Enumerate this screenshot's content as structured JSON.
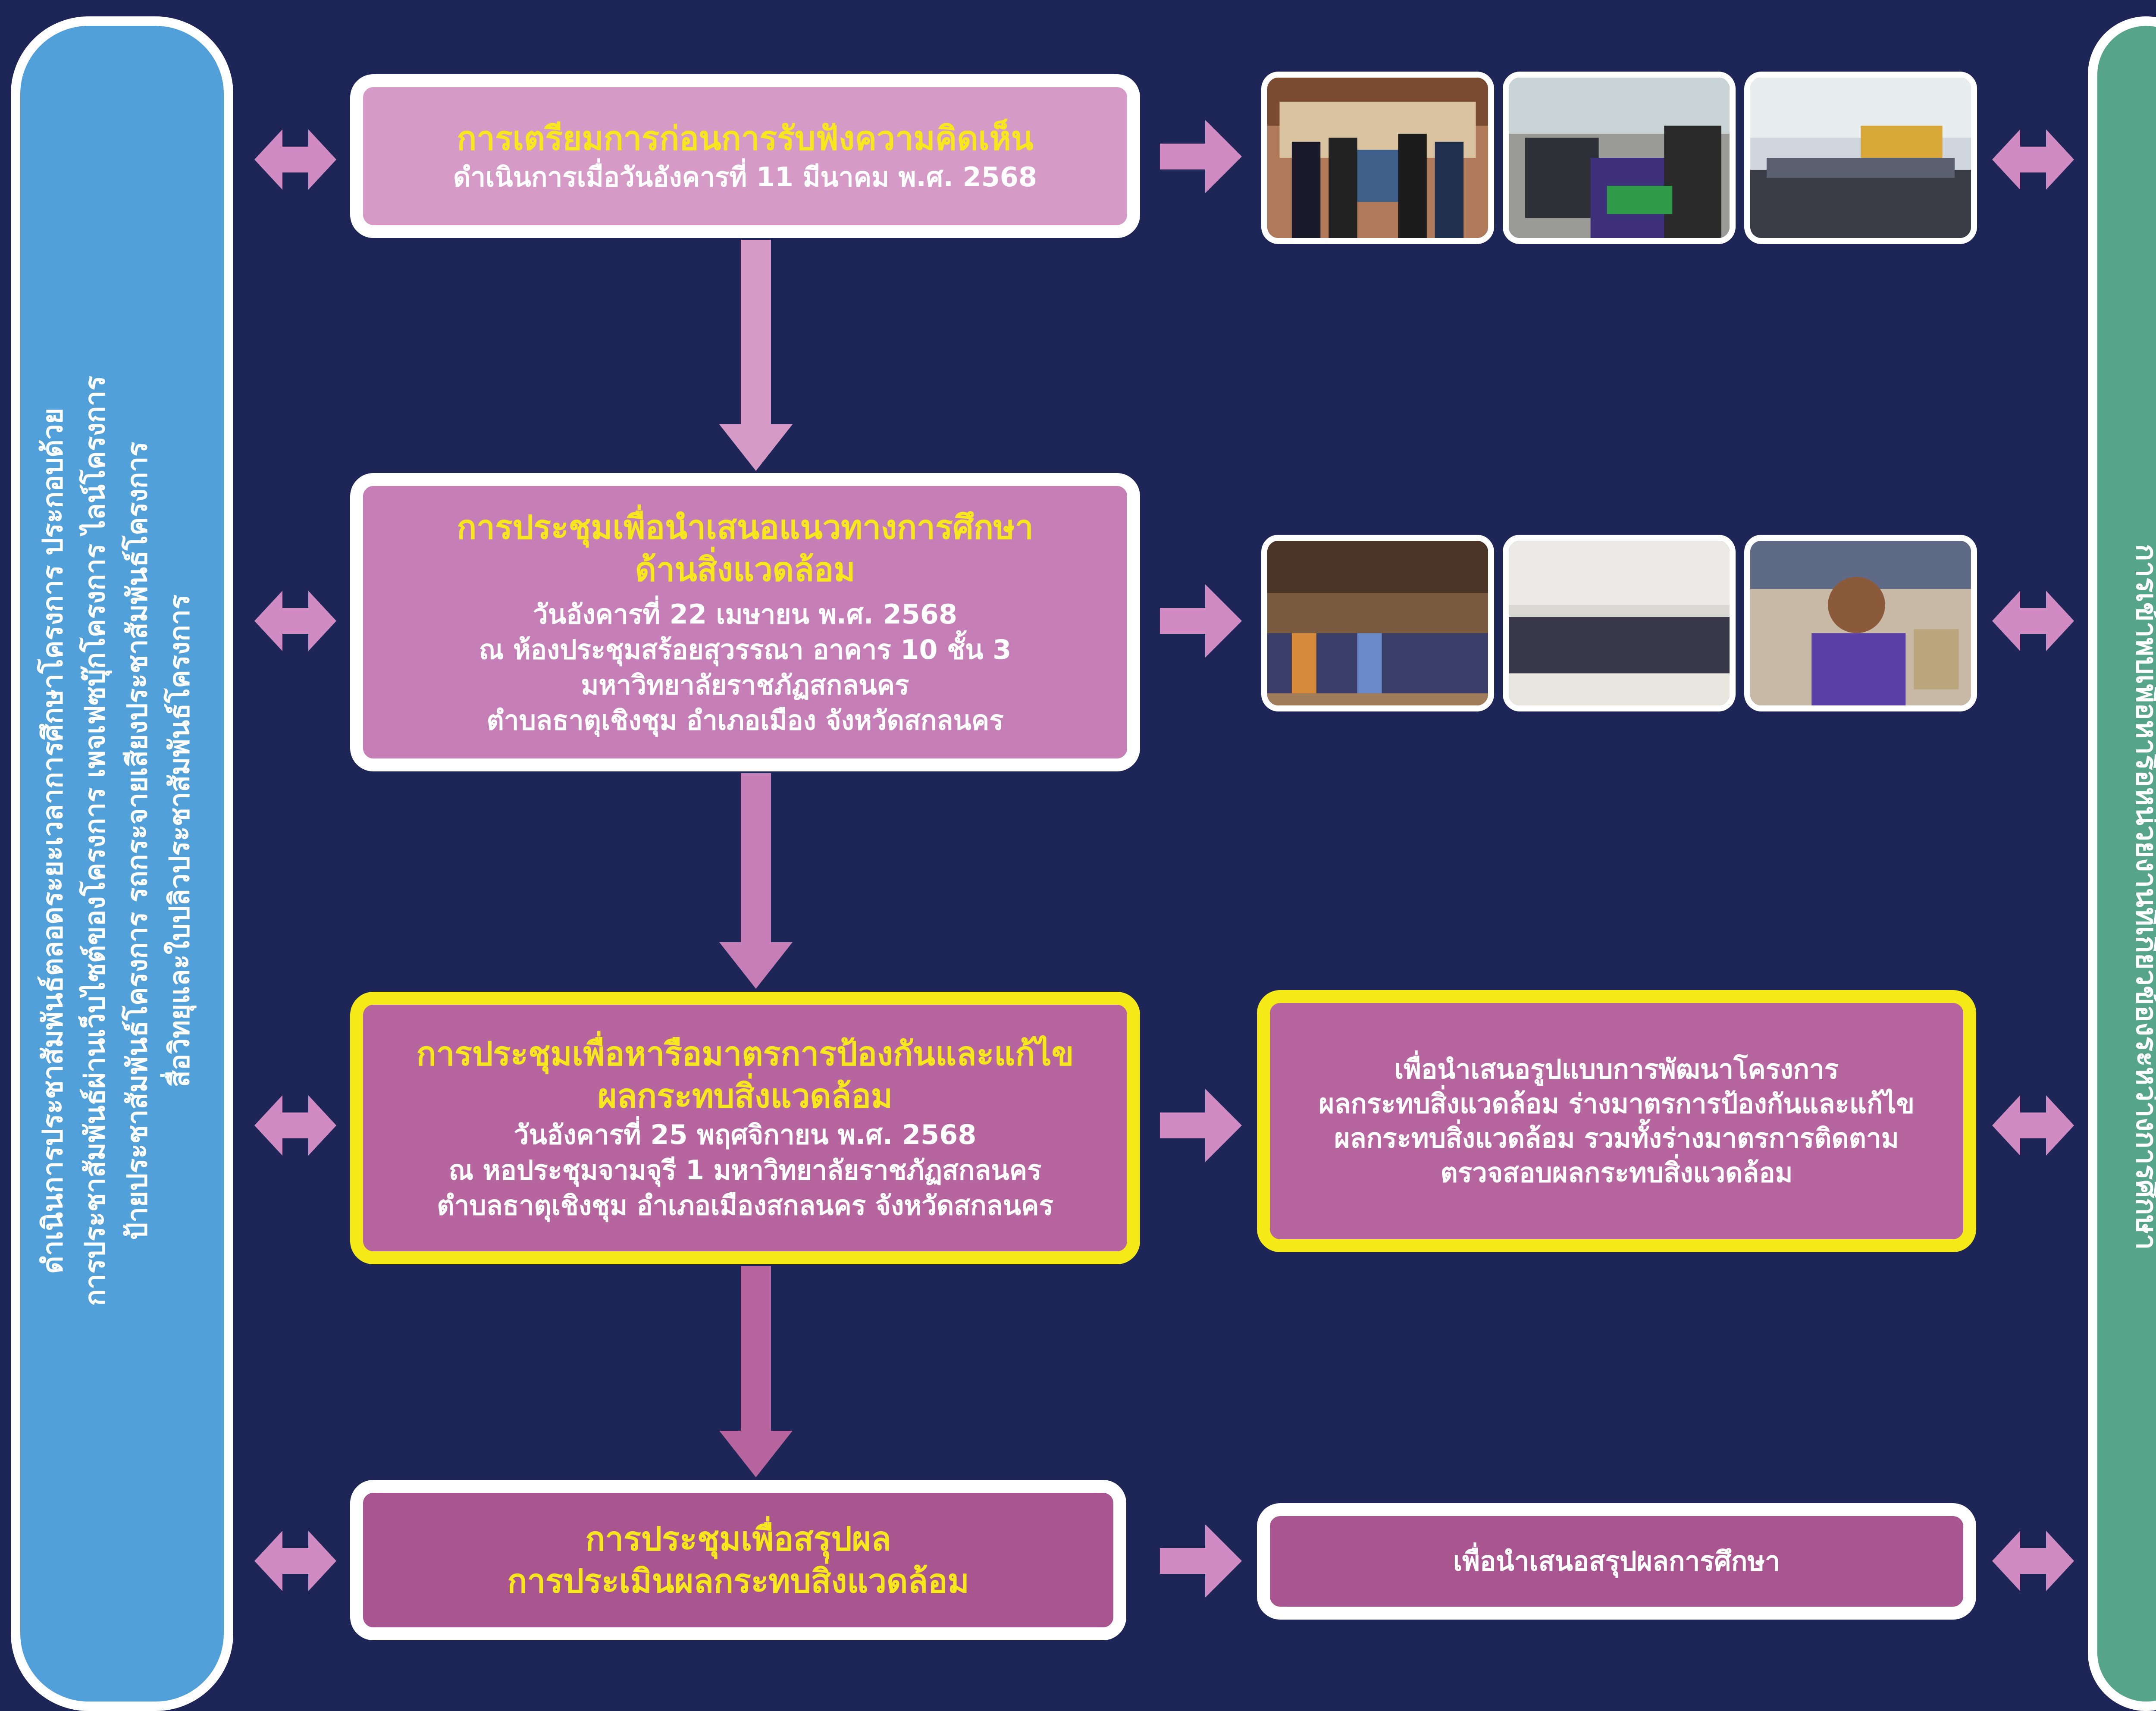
{
  "left_panel": {
    "lines": [
      "ดำเนินการประชาสัมพันธ์ตลอดระยะเวลาการศึกษาโครงการ ประกอบด้วย",
      "การประชาสัมพันธ์ผ่านเว็บไซต์ของโครงการ เพจเฟซบุ๊กโครงการ ไลน์โครงการ",
      "ป้ายประชาสัมพันธ์โครงการ รถกระจายเสียงประชาสัมพันธ์โครงการ",
      "สื่อวิทยุและใบปลิวประชาสัมพันธ์โครงการ"
    ]
  },
  "right_panel": {
    "text": "การเข้าพบเพื่อหารือหน่วยงานที่เกี่ยวข้องระหว่างการศึกษา"
  },
  "steps": [
    {
      "title": [
        "การเตรียมการก่อนการรับฟังความคิดเห็น"
      ],
      "details": [
        "ดำเนินการเมื่อวันอังคารที่ 11 มีนาคม พ.ศ. 2568"
      ]
    },
    {
      "title": [
        "การประชุมเพื่อนำเสนอแนวทางการศึกษา",
        "ด้านสิ่งแวดล้อม"
      ],
      "details": [
        "วันอังคารที่ 22 เมษายน พ.ศ. 2568",
        "ณ ห้องประชุมสร้อยสุวรรณา อาคาร 10 ชั้น 3",
        "มหาวิทยาลัยราชภัฏสกลนคร",
        "ตำบลธาตุเชิงชุม อำเภอเมือง จังหวัดสกลนคร"
      ]
    },
    {
      "title": [
        "การประชุมเพื่อหารือมาตรการป้องกันและแก้ไข",
        "ผลกระทบสิ่งแวดล้อม"
      ],
      "details": [
        "วันอังคารที่ 25 พฤศจิกายน พ.ศ. 2568",
        "ณ หอประชุมจามจุรี 1 มหาวิทยาลัยราชภัฏสกลนคร",
        "ตำบลธาตุเชิงชุม อำเภอเมืองสกลนคร จังหวัดสกลนคร"
      ]
    },
    {
      "title": [
        "การประชุมเพื่อสรุปผล",
        "การประเมินผลกระทบสิ่งแวดล้อม"
      ],
      "details": []
    }
  ],
  "results": [
    {
      "lines": [
        "เพื่อนำเสนอรูปแบบการพัฒนาโครงการ",
        "ผลกระทบสิ่งแวดล้อม ร่างมาตรการป้องกันและแก้ไข",
        "ผลกระทบสิ่งแวดล้อม รวมทั้งร่างมาตรการติดตาม",
        "ตรวจสอบผลกระทบสิ่งแวดล้อม"
      ]
    },
    {
      "lines": [
        "เพื่อนำเสนอสรุปผลการศึกษา"
      ]
    }
  ],
  "colors": {
    "background": "#1d2657",
    "left_panel": "#51a0d9",
    "right_panel": "#56a48a",
    "step1": "#d69ac7",
    "step2": "#c67fb6",
    "step3": "#b6659f",
    "step4": "#a95590",
    "highlight_border": "#f5ea17",
    "title_text": "#f7e81d",
    "arrow": "#d08cc2"
  }
}
